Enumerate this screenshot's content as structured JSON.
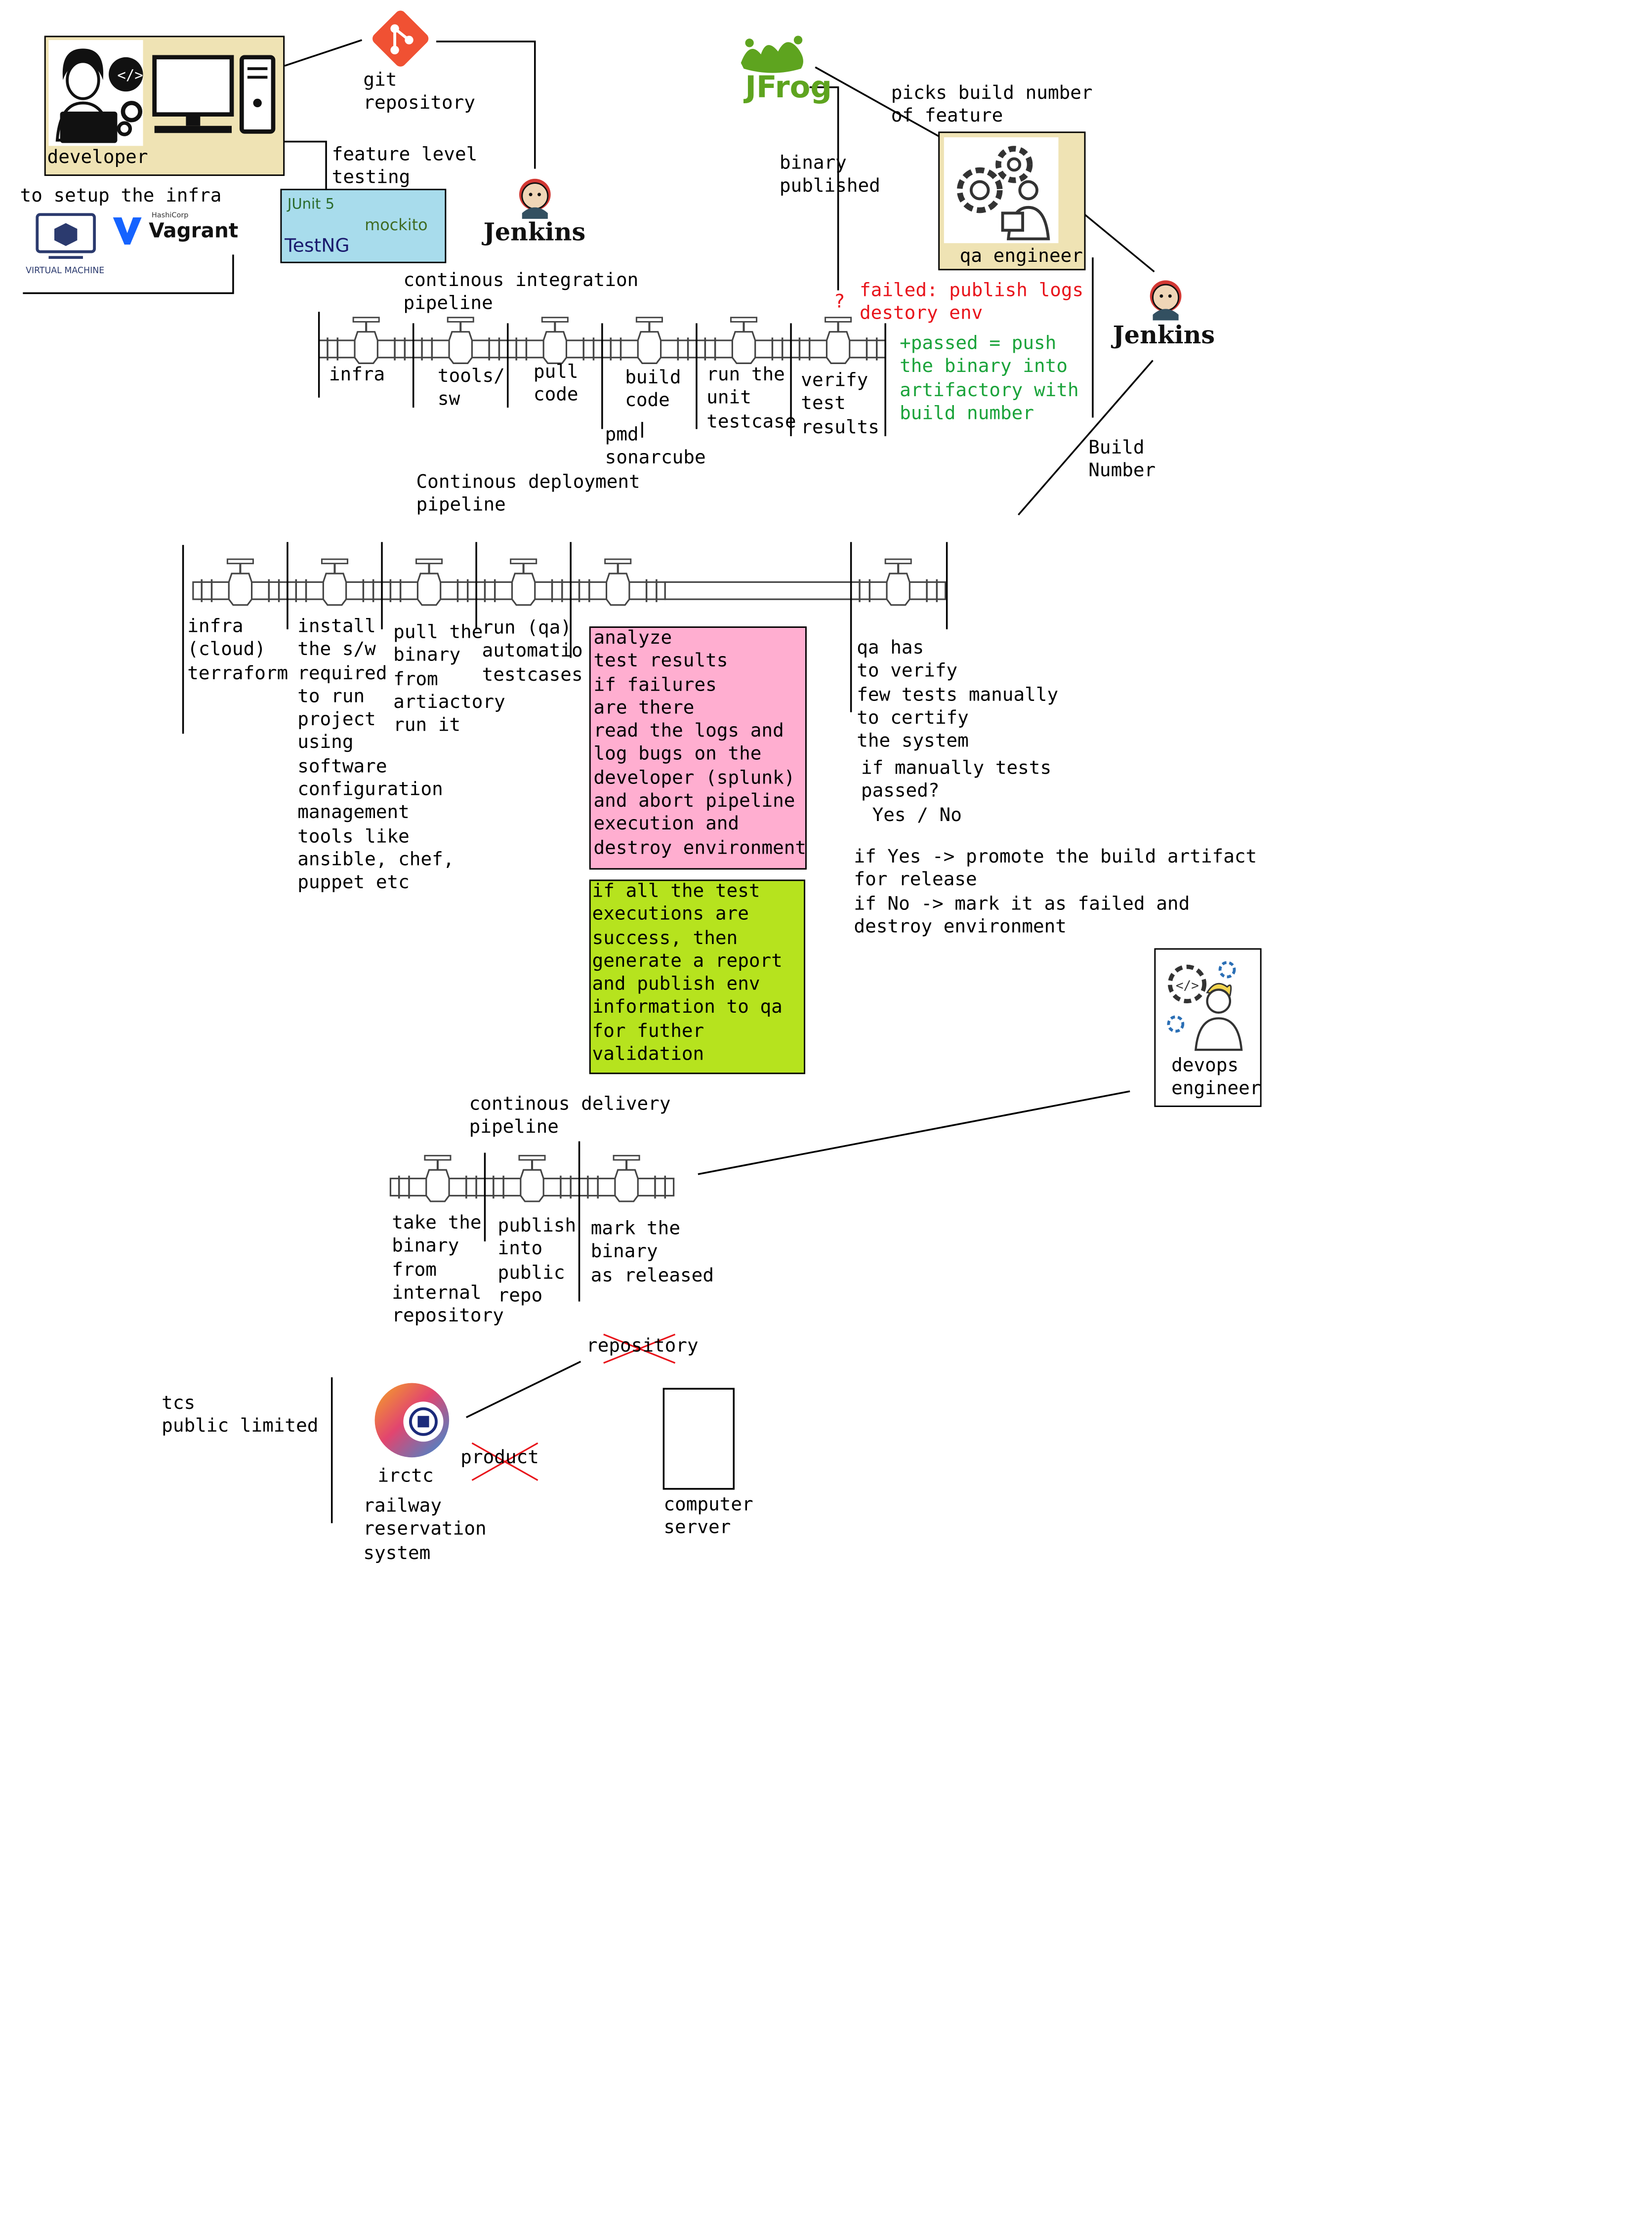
{
  "developer": {
    "label": "developer"
  },
  "git": {
    "label": "git\nrepository"
  },
  "jfrog": {
    "label": "JFrog"
  },
  "feature_testing": {
    "label": "feature level\ntesting",
    "logos": [
      "JUnit 5",
      "mockito",
      "TestNG"
    ]
  },
  "infra_setup": {
    "label": "to setup the infra",
    "logos": [
      "VIRTUAL MACHINE",
      "HashiCorp",
      "Vagrant"
    ]
  },
  "jenkins": {
    "label_1": "Jenkins",
    "label_2": "Jenkins"
  },
  "binary_published": "binary\npublished",
  "picks_build": "picks build number\nof feature",
  "qa_engineer": {
    "label": "qa engineer"
  },
  "build_number": "Build\nNumber",
  "ci": {
    "title": "continous integration\npipeline",
    "stages": [
      "infra",
      "tools/\nsw",
      "pull\ncode",
      "build\ncode",
      "run the\nunit\ntestcase",
      "verify\ntest\nresults"
    ],
    "pmd": "pmd\nsonarcube",
    "question": "?",
    "failed": "failed: publish logs\ndestory env",
    "passed": "+passed = push\nthe binary into\nartifactory with\nbuild number"
  },
  "cd": {
    "title": "Continous deployment\npipeline",
    "stages": [
      "infra\n(cloud)\nterraform",
      "install\nthe s/w\nrequired\nto run\nproject\nusing\nsoftware\nconfiguration\nmanagement\ntools like\nansible, chef,\npuppet etc",
      "pull the\nbinary\nfrom\nartiactory\nrun it",
      "run (qa)\nautomatio\ntestcases"
    ],
    "fail_box": "analyze\ntest results\nif failures\nare there\nread the logs and\nlog bugs on the\ndeveloper (splunk)\nand abort pipeline\nexecution and\ndestroy environment",
    "success_box": "if all the test\nexecutions are\nsuccess, then\ngenerate a report\nand publish env\ninformation to qa\nfor futher\nvalidation",
    "qa_verify": "qa has\nto verify\nfew tests manually\nto certify\nthe system",
    "manual_q": "if manually tests\npassed?\n Yes / No",
    "decision": "if Yes -> promote the build artifact\nfor release\nif No -> mark it as failed and\ndestroy environment"
  },
  "devops": {
    "label": "devops\nengineer"
  },
  "delivery": {
    "title": "continous delivery\npipeline",
    "stages": [
      "take the\nbinary\nfrom\ninternal\nrepository",
      "publish\ninto\npublic\nrepo",
      "mark the\nbinary\nas released"
    ]
  },
  "bottom": {
    "repository": "repository",
    "tcs": "tcs\npublic limited",
    "irctc": "irctc",
    "product": "product",
    "railway": "railway\nreservation\nsystem",
    "server": "computer\nserver"
  },
  "colors": {
    "fail_box": "#ffaed0",
    "success_box": "#b6e31e",
    "card": "#efe3b4",
    "jfrog": "#5ea41f",
    "git": "#f05133",
    "red": "#e8141b",
    "green": "#1aa33a"
  }
}
